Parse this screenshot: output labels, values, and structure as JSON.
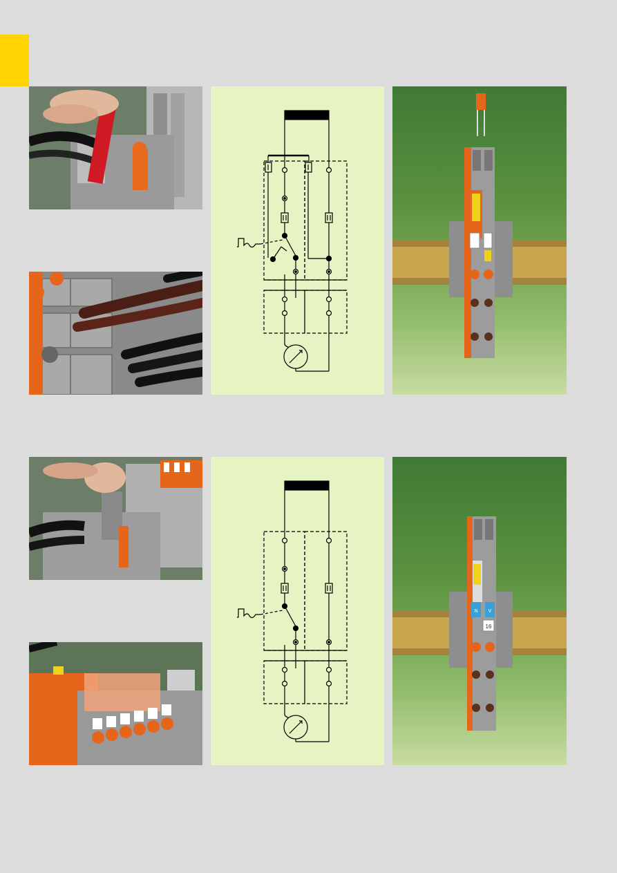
{
  "page": {
    "accent_color": "#ffd400",
    "background": "#dcdcdc",
    "diagram_panel_color": "#e6f3c2"
  },
  "sections": [
    {
      "id": "top",
      "photos": [
        "test-plug-insertion-photo",
        "bridged-terminal-wiring-photo"
      ],
      "product_labels": []
    },
    {
      "id": "bottom",
      "photos": [
        "disconnect-lever-photo",
        "marker-carrier-photo"
      ],
      "product_labels": [
        "N",
        "V",
        "16"
      ]
    }
  ]
}
